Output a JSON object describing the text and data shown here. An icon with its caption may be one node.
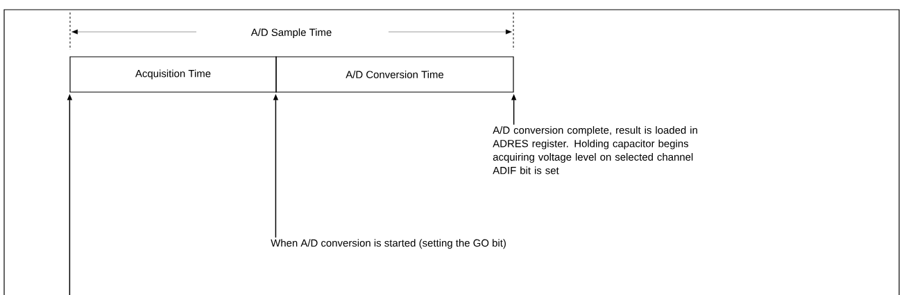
{
  "diagram": {
    "nodes": [
      {
        "text": [
          "Acquisition Time"
        ]
      },
      {
        "text": [
          "A/D Conversion Time"
        ]
      },
      {
        "text": [
          "A/D conversion complete, result is loaded in ADRES register. Holding capacitor begins acquiring voltage level on selected channel ADIF bit is set"
        ]
      },
      {
        "text": [
          "When A/D conversion is started (setting the GO bit)"
        ]
      }
    ],
    "edges": [
      {
        "from": null,
        "to": 0,
        "arrow": "to"
      },
      {
        "from": 3,
        "to": 1,
        "arrow": "to"
      },
      {
        "from": 2,
        "to": 1,
        "arrow": "to"
      }
    ],
    "labels": [
      "A/D Sample Time"
    ]
  }
}
